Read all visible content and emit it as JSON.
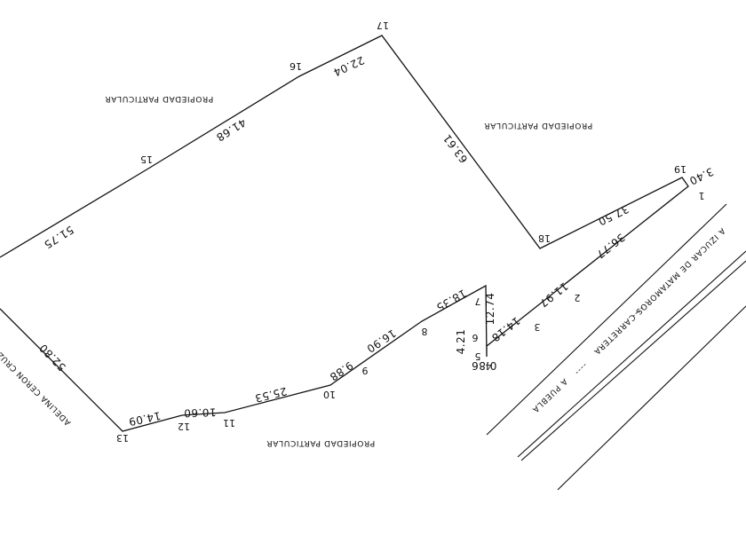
{
  "colors": {
    "line": "#111111",
    "background": "#ffffff"
  },
  "vertices": [
    "1",
    "2",
    "3",
    "4",
    "5",
    "6",
    "7",
    "8",
    "9",
    "10",
    "11",
    "12",
    "13",
    "15",
    "16",
    "17",
    "18",
    "19"
  ],
  "segments": [
    "3.40",
    "37.50",
    "36.77",
    "11.97",
    "14.18",
    "0.86",
    "4.21",
    "12.74",
    "18.35",
    "16.90",
    "9.88",
    "25.53",
    "10.60",
    "14.09",
    "52.80",
    "51.75",
    "41.68",
    "22.04",
    "63.61"
  ],
  "labels": {
    "owner_top_left": "PROPIEDAD PARTICULAR",
    "owner_top_right": "PROPIEDAD PARTICULAR",
    "owner_bottom": "PROPIEDAD PARTICULAR",
    "owner_left": "ADELINA CERON CRUZ",
    "road_main": "CARRETERA",
    "road_to_izucar": "A IZUCAR DE MATAMOROS",
    "road_to_puebla": "A PUEBLA",
    "road_dashes": "----"
  }
}
